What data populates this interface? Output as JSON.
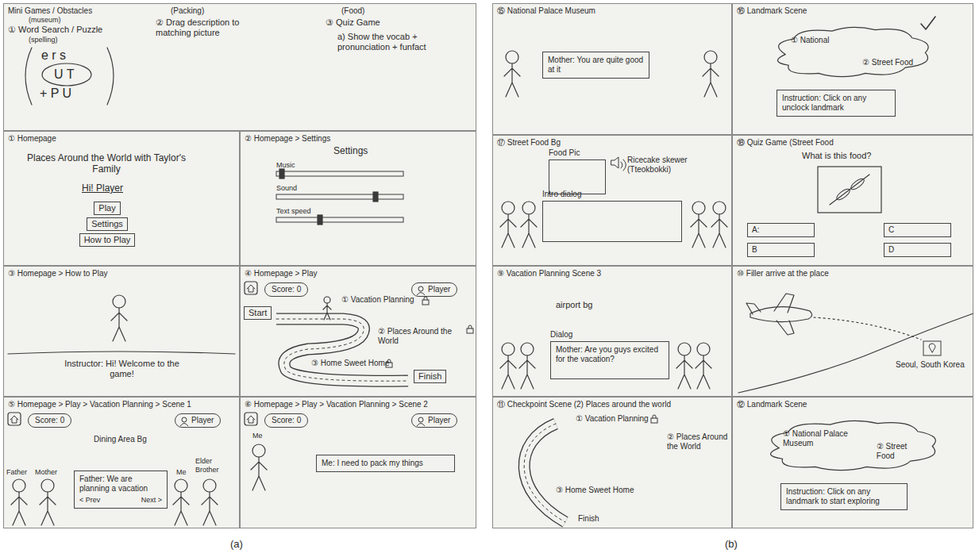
{
  "diagram": {
    "nodes": [
      {
        "text": [
          "Mini Games / Obstacles"
        ]
      },
      {
        "text": [
          "① Homepage"
        ]
      },
      {
        "text": [
          "Play"
        ],
        "in": 1
      },
      {
        "text": [
          "Settings"
        ],
        "in": 1
      },
      {
        "text": [
          "How to Play"
        ],
        "in": 1
      },
      {
        "text": [
          "② Homepage > Settings"
        ]
      },
      {
        "text": [
          "③ Homepage > How to Play"
        ]
      },
      {
        "text": [
          "④ Homepage > Play"
        ]
      },
      {
        "text": [
          "Score: 0"
        ],
        "in": 7
      },
      {
        "text": [
          "Player"
        ],
        "in": 7
      },
      {
        "text": [
          "Start"
        ],
        "in": 7
      },
      {
        "text": [
          "Finish"
        ],
        "in": 7
      },
      {
        "text": [
          "⑤ Homepage > Play > Vacation Planning > Scene 1"
        ]
      },
      {
        "text": [
          "Score: 0"
        ],
        "in": 12
      },
      {
        "text": [
          "Player"
        ],
        "in": 12
      },
      {
        "text": [
          "Father: We are planning a vacation",
          "< Prev",
          "Next >"
        ],
        "in": 12
      },
      {
        "text": [
          "⑥ Homepage > Play > Vacation Planning > Scene 2"
        ]
      },
      {
        "text": [
          "Score: 0"
        ],
        "in": 16
      },
      {
        "text": [
          "Player"
        ],
        "in": 16
      },
      {
        "text": [
          "Me: I need to pack my things"
        ],
        "in": 16
      },
      {
        "text": [
          "⑮ National Palace Museum"
        ]
      },
      {
        "text": [
          "Mother: You are quite good at it"
        ],
        "in": 20
      },
      {
        "text": [
          "⑯ Landmark Scene"
        ]
      },
      {
        "text": [
          "① National",
          "② Street Food"
        ],
        "in": 22
      },
      {
        "text": [
          "Instruction: Click on any unclock landmark"
        ],
        "in": 22
      },
      {
        "text": [
          "⑰ Street Food Bg"
        ]
      },
      {
        "text": [
          "Food Pic"
        ],
        "in": 25
      },
      {
        "text": [
          "Intro dialog"
        ],
        "in": 25
      },
      {
        "text": [
          "⑱ Quiz Game (Street Food"
        ]
      },
      {
        "text": [
          "A:"
        ],
        "in": 28
      },
      {
        "text": [
          "C"
        ],
        "in": 28
      },
      {
        "text": [
          "B"
        ],
        "in": 28
      },
      {
        "text": [
          "D"
        ],
        "in": 28
      },
      {
        "text": [
          "⑨ Vacation Planning Scene 3"
        ]
      },
      {
        "text": [
          "Dialog",
          "Mother: Are you guys excited for the vacation?"
        ],
        "in": 33
      },
      {
        "text": [
          "⑩ Filler arrive at the place"
        ]
      },
      {
        "text": [
          "⑪ Checkpoint Scene (2) Places around the world"
        ]
      },
      {
        "text": [
          "⑫ Landmark Scene"
        ]
      },
      {
        "text": [
          "① National Palace Museum",
          "② Street Food"
        ],
        "in": 37
      },
      {
        "text": [
          "Instruction: Click on any landmark to start exploring"
        ],
        "in": 37
      }
    ],
    "labels": [
      "(museum)",
      "① Word Search / Puzzle",
      "(spelling)",
      "e r s",
      "U T",
      "+ P U",
      "(Packing)",
      "② Drag description to matching picture",
      "(Food)",
      "③ Quiz Game",
      "a) Show the vocab + pronunciation + funfact",
      "Places Around the World with Taylor's Family",
      "Hi! Player",
      "Settings",
      "Music",
      "Sound",
      "Text speed",
      "Instructor: Hi! Welcome to the game!",
      "① Vacation Planning",
      "② Places Around the World",
      "③ Home Sweet Home",
      "Dining Area Bg",
      "Father",
      "Mother",
      "Me",
      "Elder Brother",
      "Me",
      "Ricecake skewer (Tteokbokki)",
      "What is this food?",
      "airport bg",
      "Seoul, South Korea",
      "① Vacation Planning",
      "② Places Around the World",
      "③ Home Sweet Home",
      "Finish",
      "(a)",
      "(b)"
    ]
  }
}
